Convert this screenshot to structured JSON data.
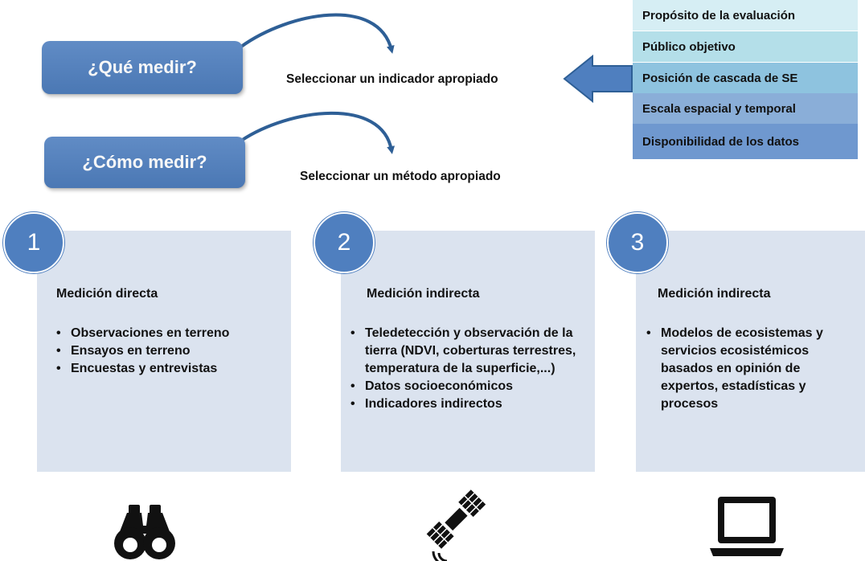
{
  "questions": {
    "what": {
      "label": "¿Qué medir?",
      "action": "Seleccionar un indicador apropiado"
    },
    "how": {
      "label": "¿Cómo medir?",
      "action": "Seleccionar un método apropiado"
    }
  },
  "criteria": [
    {
      "label": "Propósito de la evaluación",
      "color": "#d6eef4"
    },
    {
      "label": "Público objetivo",
      "color": "#b4dfe9"
    },
    {
      "label": "Posición de cascada de SE",
      "color": "#8ec3df"
    },
    {
      "label": "Escala espacial y temporal",
      "color": "#8aaed8"
    },
    {
      "label": "Disponibilidad de los datos",
      "color": "#6f98cf"
    }
  ],
  "methods": [
    {
      "number": "1",
      "title": "Medición directa",
      "items": [
        "Observaciones en terreno",
        "Ensayos en terreno",
        "Encuestas y entrevistas"
      ],
      "icon": "binoculars-icon"
    },
    {
      "number": "2",
      "title": "Medición indirecta",
      "items": [
        "Teledetección y observación de la tierra (NDVI, coberturas terrestres, temperatura de la superficie,...)",
        "Datos socioeconómicos",
        "Indicadores indirectos"
      ],
      "icon": "satellite-icon"
    },
    {
      "number": "3",
      "title": "Medición indirecta",
      "items": [
        "Modelos de ecosistemas y servicios ecosistémicos basados en opinión de expertos, estadísticas y procesos"
      ],
      "icon": "laptop-icon"
    }
  ],
  "colors": {
    "accent": "#4f7fbf",
    "panel": "#dbe3ef"
  }
}
